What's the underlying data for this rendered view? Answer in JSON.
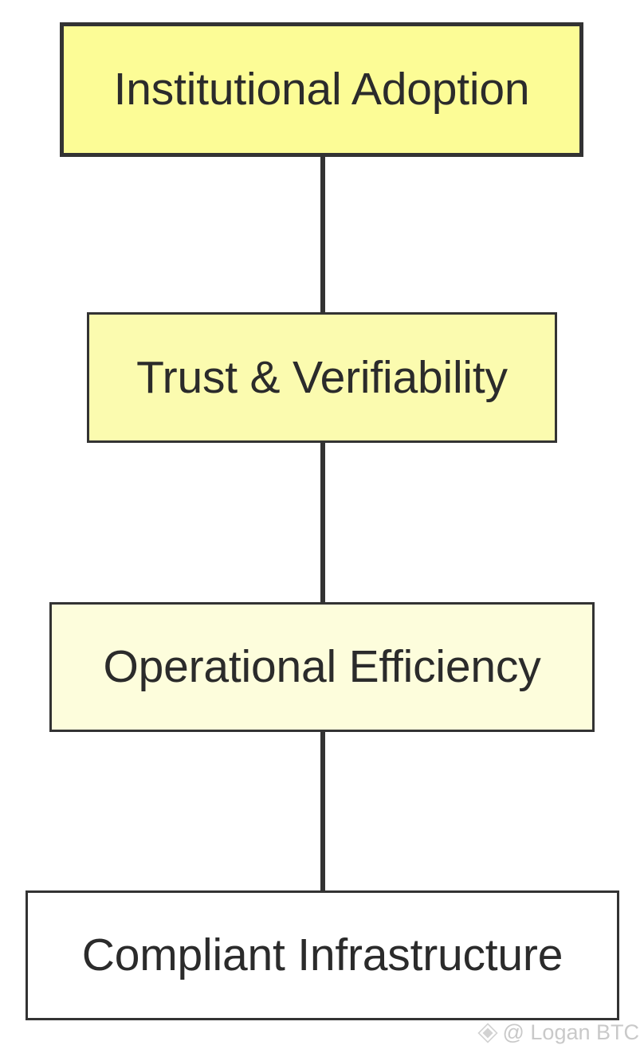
{
  "diagram": {
    "type": "vertical-flowchart",
    "orientation": "top-to-bottom",
    "background_color": "#ffffff",
    "stroke_color": "#333333",
    "text_color": "#2b2b2b",
    "nodes": [
      {
        "id": "institutional-adoption",
        "label": "Institutional Adoption",
        "fill_color": "#fcfc96",
        "border_color": "#333333",
        "level": 1
      },
      {
        "id": "trust-verifiability",
        "label": "Trust & Verifiability",
        "fill_color": "#fbfbaf",
        "border_color": "#333333",
        "level": 2
      },
      {
        "id": "operational-efficiency",
        "label": "Operational Efficiency",
        "fill_color": "#fdfddc",
        "border_color": "#333333",
        "level": 3
      },
      {
        "id": "compliant-infrastructure",
        "label": "Compliant Infrastructure",
        "fill_color": "#ffffff",
        "border_color": "#333333",
        "level": 4
      }
    ],
    "edges": [
      {
        "from": "institutional-adoption",
        "to": "trust-verifiability"
      },
      {
        "from": "trust-verifiability",
        "to": "operational-efficiency"
      },
      {
        "from": "operational-efficiency",
        "to": "compliant-infrastructure"
      }
    ]
  },
  "watermark": {
    "icon": "diamond-logo-icon",
    "text": "@ Logan BTC",
    "color": "#c9c9c9"
  }
}
